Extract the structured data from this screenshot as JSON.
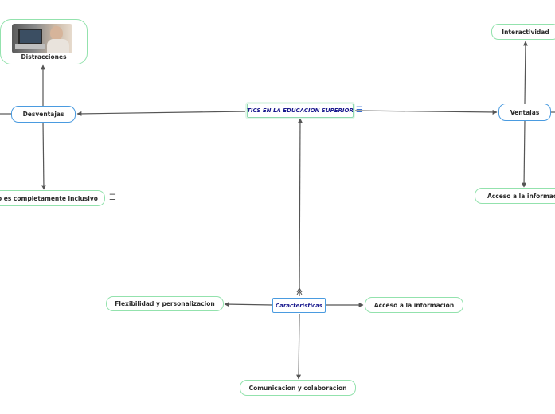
{
  "map": {
    "central": "TICS EN LA EDUCACION SUPERIOR",
    "desventajas": "Desventajas",
    "distracciones": "Distracciones",
    "inclusivo": "o es completamente inclusivo",
    "ventajas": "Ventajas",
    "interactividad": "Interactividad",
    "acceso_ventajas": "Acceso a la informacio",
    "caracteristicas": "Caracteristicas",
    "flexibilidad": "Flexibilidad y personalizacion",
    "acceso_caracteristicas": "Acceso a la informacion",
    "comunicacion": "Comunicacion y colaboracion"
  },
  "icons": {
    "note": "notes-icon",
    "picture": "students-with-laptop-photo"
  },
  "colors": {
    "node_border": "#93e2ad",
    "selected_border": "#4a9be0",
    "central_text": "#1a1a8e",
    "connector": "#555555"
  }
}
